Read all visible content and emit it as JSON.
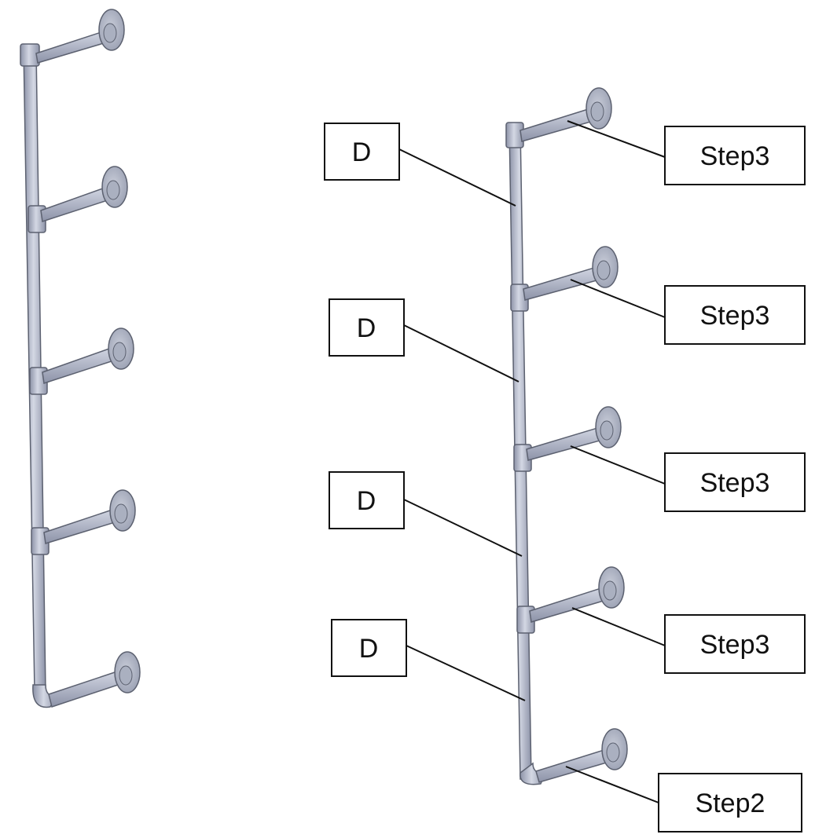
{
  "diagram": {
    "left_labels": [
      "D",
      "D",
      "D",
      "D"
    ],
    "right_labels": [
      "Step3",
      "Step3",
      "Step3",
      "Step3",
      "Step2"
    ],
    "colors": {
      "pipe_fill": "#b9bfd0",
      "pipe_dark": "#8a90a5",
      "pipe_outline": "#555a66",
      "leader_line": "#111111",
      "box_border": "#111111"
    }
  }
}
